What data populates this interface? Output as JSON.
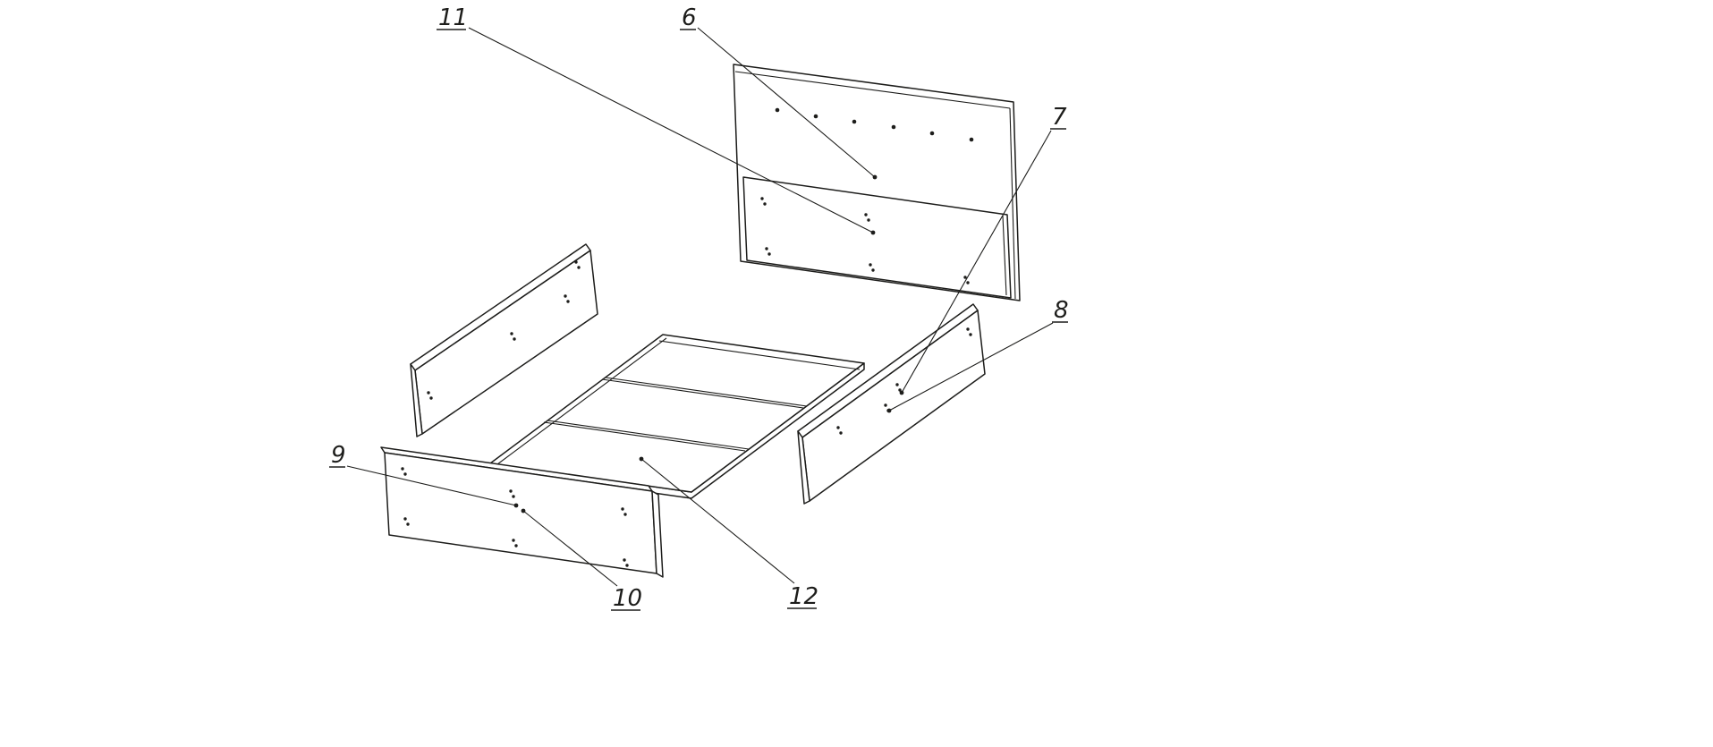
{
  "labels": {
    "part6": "6",
    "part7": "7",
    "part8": "8",
    "part9": "9",
    "part10": "10",
    "part11": "11",
    "part12": "12"
  },
  "colors": {
    "line": "#1d1d1b",
    "background": "#ffffff"
  }
}
